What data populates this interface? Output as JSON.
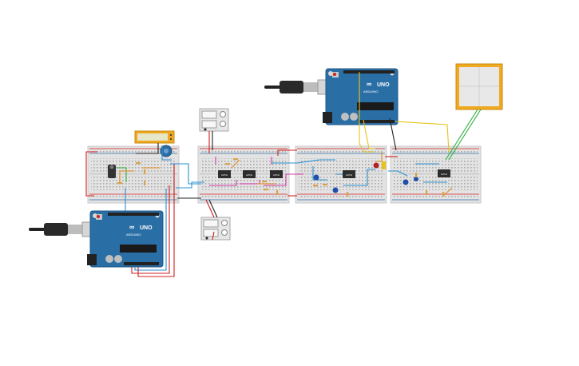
{
  "boards": {
    "top": {
      "brand": "ARDUINO",
      "model": "UNO"
    },
    "bottom": {
      "brand": "ARDUINO",
      "model": "UNO"
    }
  },
  "ics": {
    "ic1": {
      "label": "LM741"
    },
    "ic2": {
      "label": "LM741"
    },
    "ic3": {
      "label": "LM741"
    },
    "ic4": {
      "label": "LM741"
    },
    "ic5": {
      "label": "LM741"
    }
  },
  "colors": {
    "arduino_blue": "#2a6ea6",
    "breadboard": "#e3e3e3",
    "wire_red": "#d02020",
    "wire_black": "#222222",
    "wire_blue": "#2a8fd0",
    "wire_magenta": "#d63aa8",
    "wire_green": "#2cae3a",
    "wire_yellow": "#e6c21a",
    "wire_orange": "#e58a1c",
    "lcd_frame": "#f0a920",
    "display_screen": "#e8e8e8"
  },
  "icons": {
    "usb_cable": "usb-cable-icon",
    "potentiometer": "potentiometer-icon",
    "servo": "servo-icon",
    "battery": "battery-icon",
    "led": "led-icon",
    "capacitor": "capacitor-icon",
    "power_supply": "power-supply-icon"
  }
}
